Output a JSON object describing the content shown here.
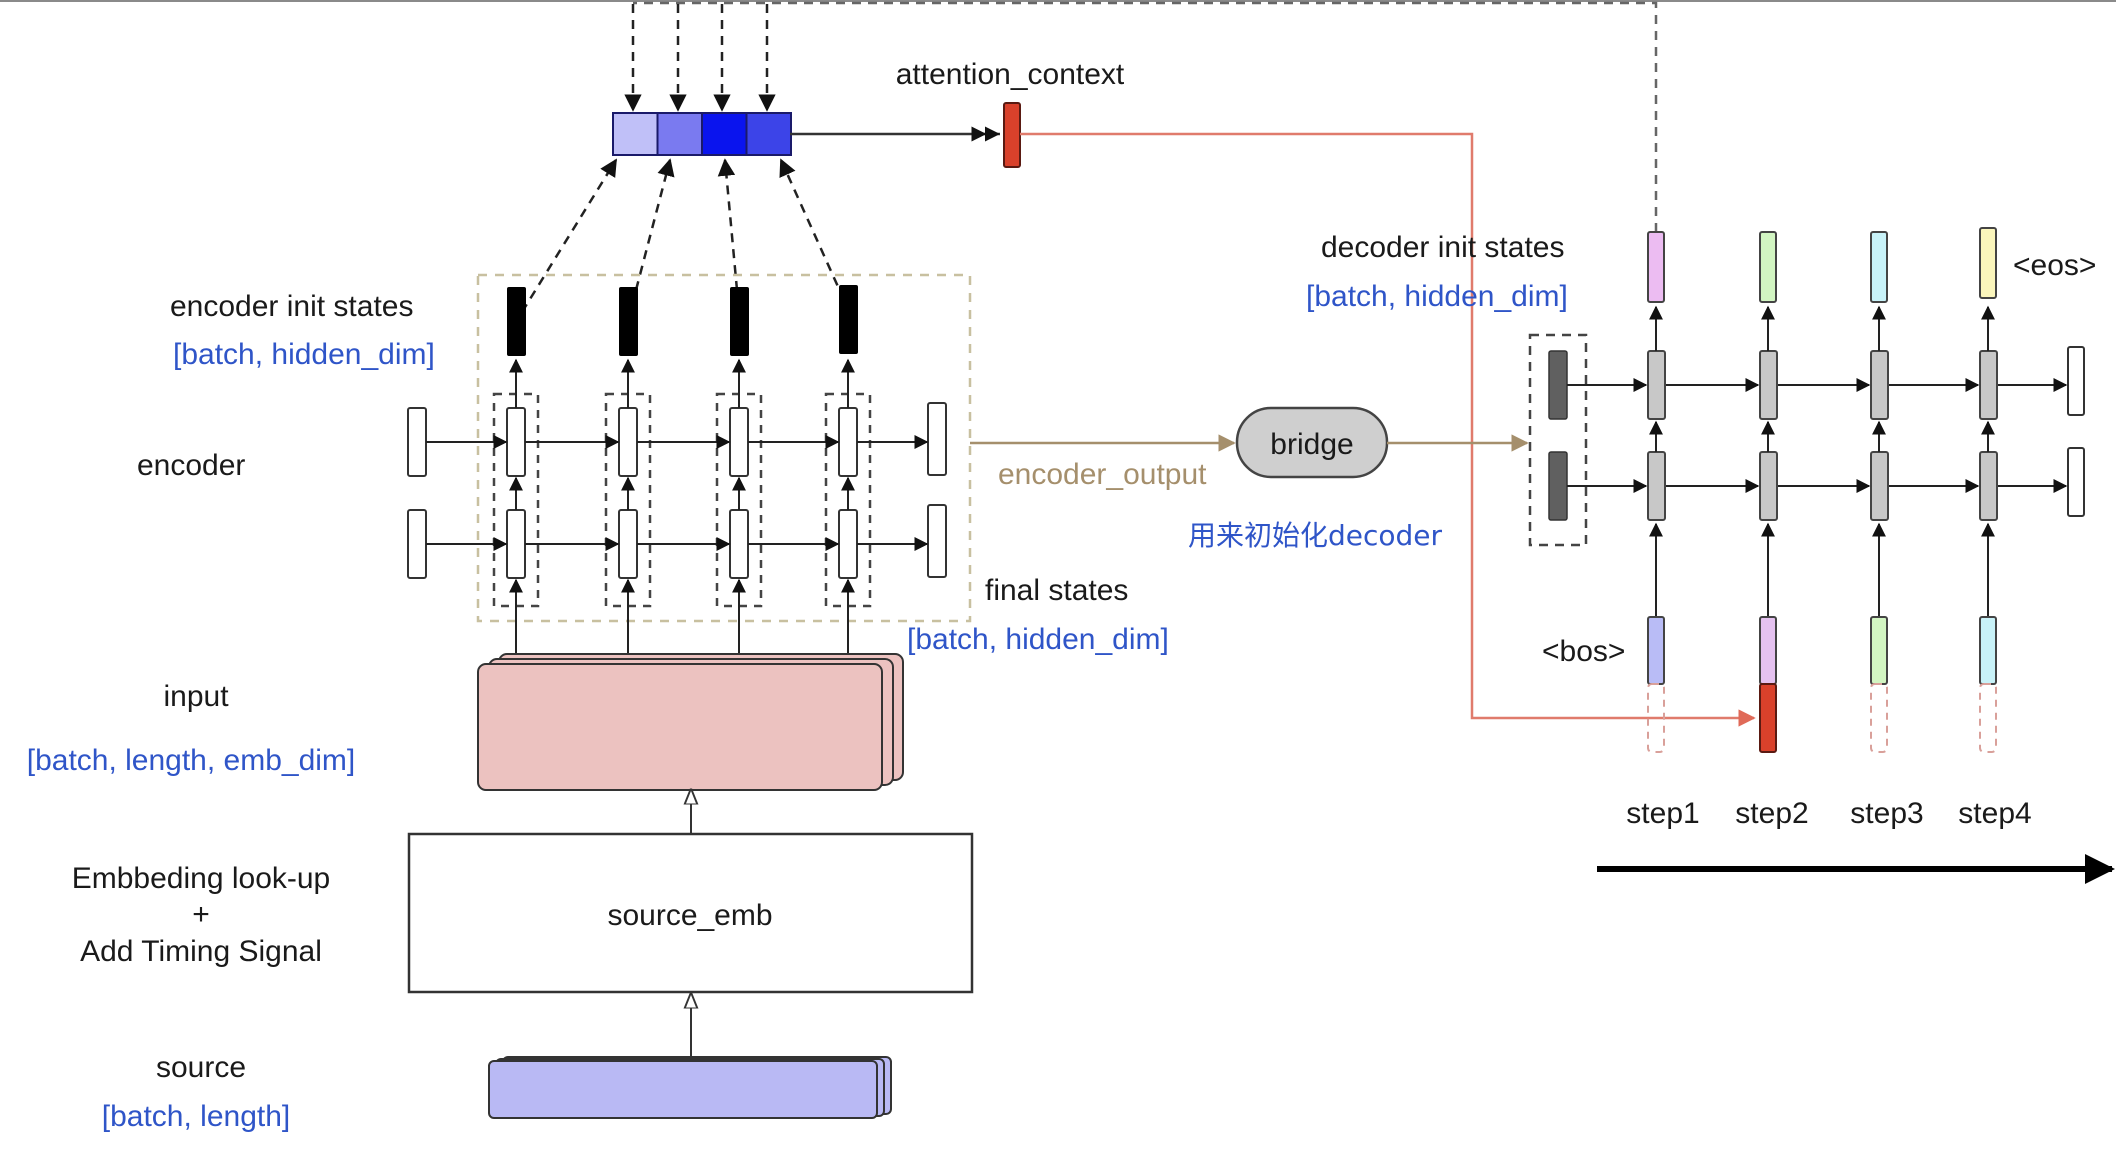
{
  "labels": {
    "attention_context": "attention_context",
    "encoder_init_states": "encoder init states",
    "encoder_init_dim": "[batch, hidden_dim]",
    "encoder": "encoder",
    "final_states": "final states",
    "final_states_dim": "[batch, hidden_dim]",
    "input": "input",
    "input_dim": "[batch, length, emb_dim]",
    "embedding_line1": "Embbeding look-up",
    "embedding_line2": "+",
    "embedding_line3": "Add Timing Signal",
    "source_emb": "source_emb",
    "source": "source",
    "source_dim": "[batch, length]",
    "bridge": "bridge",
    "encoder_output": "encoder_output",
    "init_decoder_note": "用来初始化decoder",
    "decoder_init_states": "decoder init states",
    "decoder_init_dim": "[batch, hidden_dim]",
    "bos": "<bos>",
    "eos": "<eos>"
  },
  "steps": [
    "step1",
    "step2",
    "step3",
    "step4"
  ],
  "colors": {
    "attention_weights": [
      "#c0c0f8",
      "#7a7af0",
      "#0a14ee",
      "#3c44e8"
    ],
    "attention_context": "#d9412b",
    "decoder_outputs": [
      "#ecbcf2",
      "#d2f5c2",
      "#c8f2f8",
      "#fbf6bc"
    ],
    "decoder_inputs": [
      "#b9bcf6",
      "#e5c2f0",
      "#d2f5c2",
      "#c8f2f8"
    ],
    "input_block": "#ecc2c0",
    "source_block": "#b9b9f4",
    "decoder_cell": "#c8c8c8",
    "decoder_init_cell": "#606060",
    "encoder_state": "#000000",
    "bridge_fill": "#cfcfcf",
    "bridge_flow": "#a58f6c",
    "attention_flow": "#e07b6c",
    "dim_text": "#2f55c8"
  }
}
